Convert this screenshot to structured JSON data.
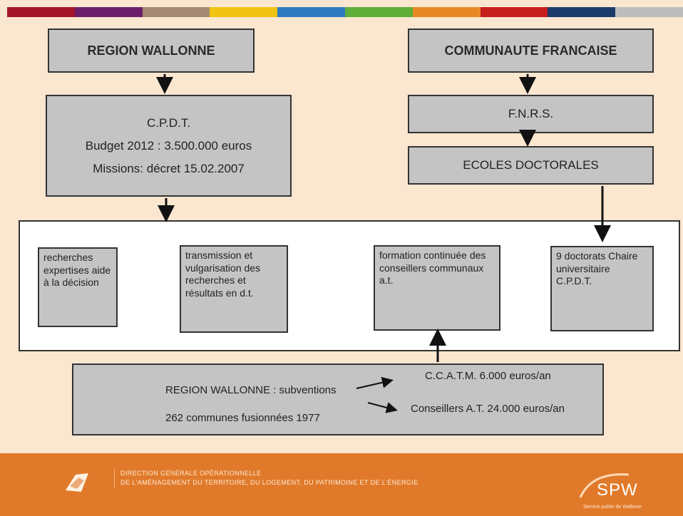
{
  "stripe_colors": [
    "#a3162a",
    "#6b1f6b",
    "#a58a73",
    "#f1c312",
    "#2f7bbf",
    "#5fae3a",
    "#e88825",
    "#c71e1e",
    "#1b3c6b",
    "#bdbdbd"
  ],
  "top_left": {
    "title": "REGION WALLONNE"
  },
  "cpdt": {
    "title": "C.P.D.T.",
    "budget": "Budget 2012 : 3.500.000 euros",
    "missions": "Missions:  décret 15.02.2007"
  },
  "top_right": {
    "title": "COMMUNAUTE FRANCAISE"
  },
  "fnrs": {
    "title": "F.N.R.S."
  },
  "ecoles": {
    "title": "ECOLES  DOCTORALES"
  },
  "panel_items": [
    {
      "text": "recherches expertises aide à la décision"
    },
    {
      "text": "transmission et vulgarisation des recherches et résultats en d.t."
    },
    {
      "text": "formation continuée des conseillers communaux a.t."
    },
    {
      "text": "9 doctorats Chaire universitaire C.P.D.T."
    }
  ],
  "bottom": {
    "subventions": "REGION WALLONNE : subventions",
    "communes": "262 communes fusionnées 1977",
    "ccatm": "C.C.A.T.M.   6.000 euros/an",
    "conseillers": "Conseillers A.T. 24.000 euros/an"
  },
  "footer": {
    "line1": "DIRECTION GÉNÉRALE OPÉRATIONNELLE",
    "line2": "DE L'AMÉNAGEMENT DU TERRITOIRE, DU LOGEMENT, DU PATRIMOINE ET DE L'ÉNERGIE",
    "brand": "SPW",
    "brand_sub": "Service public de Wallonie"
  }
}
